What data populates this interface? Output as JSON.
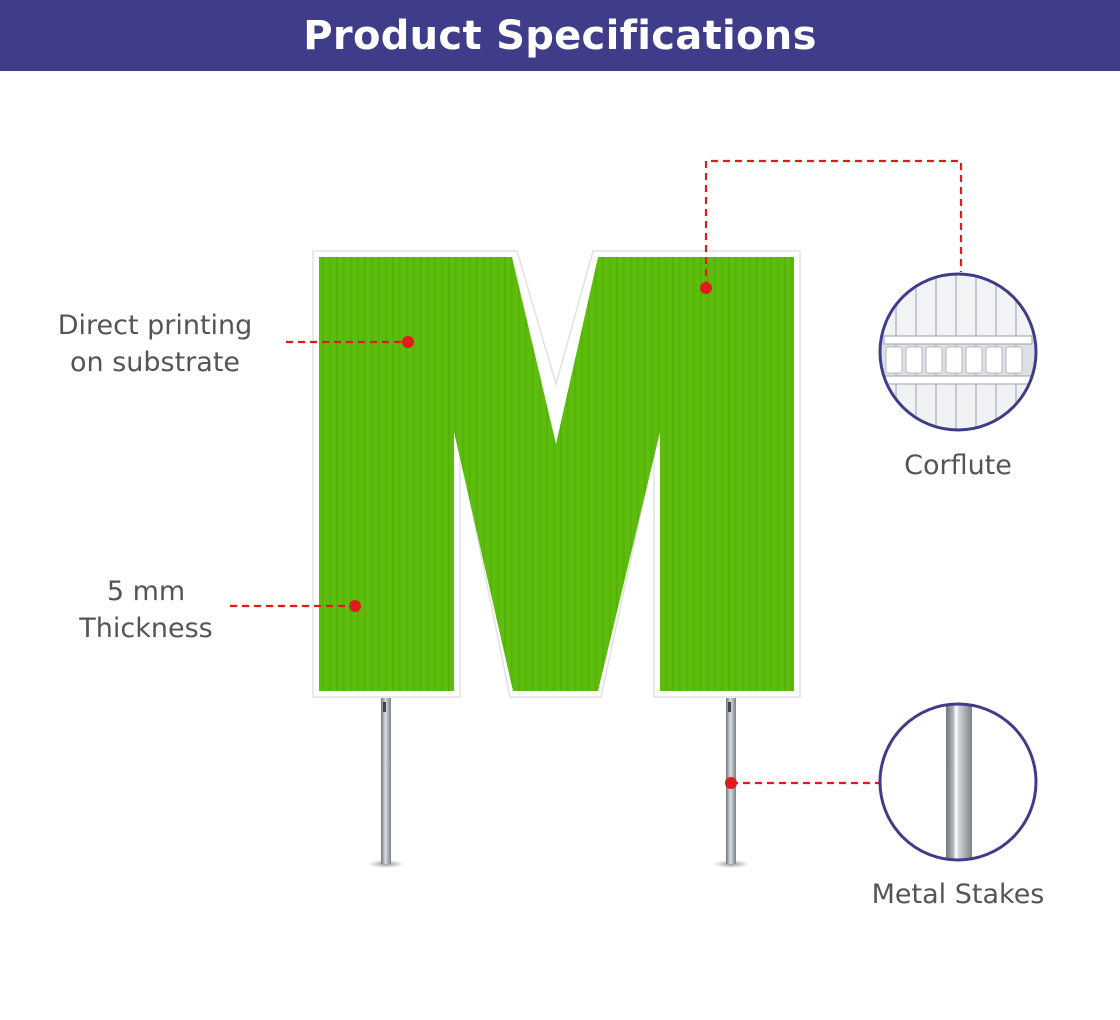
{
  "header": {
    "title": "Product Specifications"
  },
  "product": {
    "letter_color": "#5cbd0c",
    "accent_color": "#3f3d89",
    "callout_color": "#e01b1b"
  },
  "labels": {
    "printing_line1": "Direct printing",
    "printing_line2": "on substrate",
    "thickness_line1": "5 mm",
    "thickness_line2": "Thickness",
    "corflute": "Corflute",
    "stakes": "Metal Stakes"
  }
}
